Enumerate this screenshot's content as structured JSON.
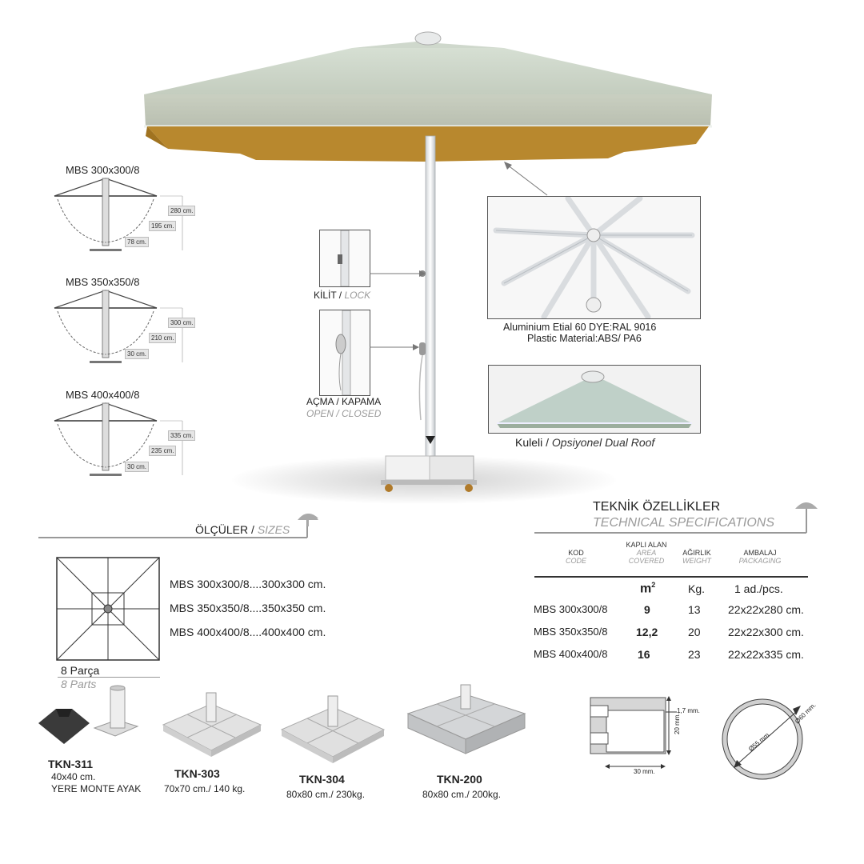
{
  "sizes_diagrams": [
    {
      "title": "MBS 300x300/8",
      "h1": "280 cm.",
      "h2": "195 cm.",
      "h3": "78 cm."
    },
    {
      "title": "MBS 350x350/8",
      "h1": "300 cm.",
      "h2": "210 cm.",
      "h3": "30 cm."
    },
    {
      "title": "MBS 400x400/8",
      "h1": "335 cm.",
      "h2": "235 cm.",
      "h3": "30 cm."
    }
  ],
  "callouts": {
    "lock_tr": "KİLİT",
    "lock_en": "LOCK",
    "open_tr": "AÇMA / KAPAMA",
    "open_en": "OPEN / CLOSED",
    "material_1": "Aluminium Etial 60 DYE:RAL 9016",
    "material_2": "Plastic Material:ABS/ PA6",
    "roof_tr": "Kuleli",
    "roof_en": "Opsiyonel Dual Roof"
  },
  "sizes_section": {
    "title_tr": "ÖLÇÜLER",
    "title_en": "SIZES",
    "lines": [
      "MBS 300x300/8....300x300 cm.",
      "MBS 350x350/8....350x350 cm.",
      "MBS 400x400/8....400x400 cm."
    ],
    "parts_tr": "8 Parça",
    "parts_en": "8 Parts"
  },
  "specs": {
    "title_tr": "TEKNİK ÖZELLİKLER",
    "title_en": "TECHNICAL SPECIFICATIONS",
    "headers": [
      {
        "tr": "KOD",
        "en": "CODE"
      },
      {
        "tr": "KAPLI ALAN",
        "en": "AREA COVERED"
      },
      {
        "tr": "AĞIRLIK",
        "en": "WEIGHT"
      },
      {
        "tr": "AMBALAJ",
        "en": "PACKAGING"
      }
    ],
    "units": {
      "area": "m",
      "area_sup": "2",
      "weight": "Kg.",
      "pack": "1 ad./pcs."
    },
    "rows": [
      {
        "code": "MBS 300x300/8",
        "area": "9",
        "weight": "13",
        "pack": "22x22x280 cm."
      },
      {
        "code": "MBS 350x350/8",
        "area": "12,2",
        "weight": "20",
        "pack": "22x22x300 cm."
      },
      {
        "code": "MBS 400x400/8",
        "area": "16",
        "weight": "23",
        "pack": "22x22x335 cm."
      }
    ]
  },
  "bases": [
    {
      "code": "TKN-311",
      "l1": "40x40 cm.",
      "l2": "YERE MONTE AYAK"
    },
    {
      "code": "TKN-303",
      "l1": "70x70 cm./ 140 kg."
    },
    {
      "code": "TKN-304",
      "l1": "80x80 cm./ 230kg."
    },
    {
      "code": "TKN-200",
      "l1": "80x80 cm./ 200kg."
    }
  ],
  "profile": {
    "thick": "1,7 mm.",
    "height": "20 mm.",
    "width": "30 mm.",
    "d_outer": "Ø60 mm.",
    "d_inner": "Ø55 mm."
  }
}
